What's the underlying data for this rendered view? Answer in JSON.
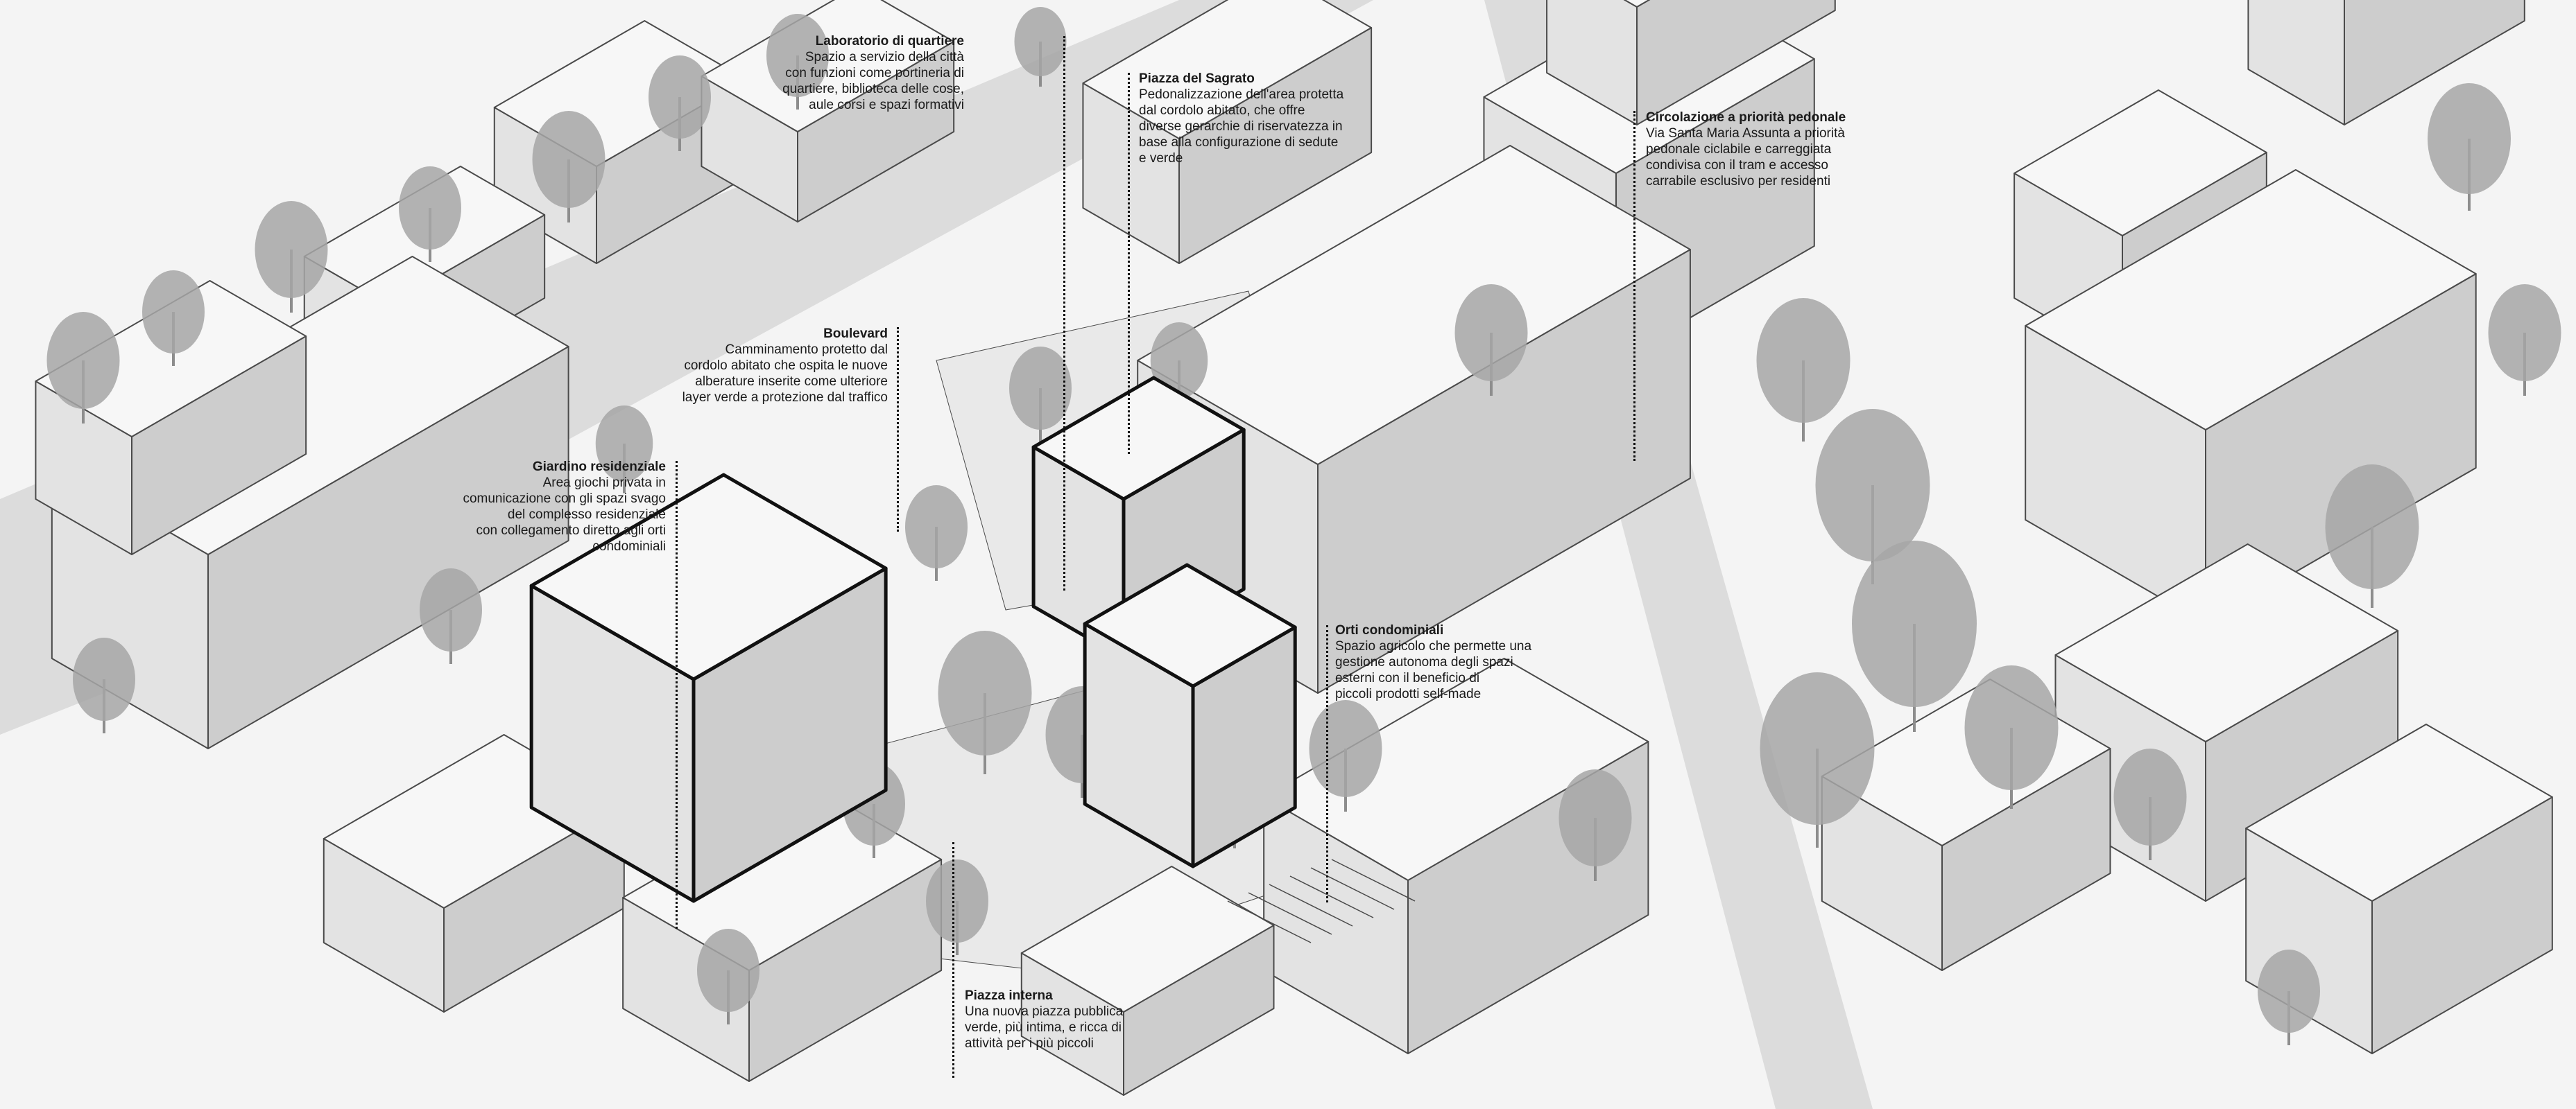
{
  "annotations": {
    "laboratorio": {
      "title": "Laboratorio di quartiere",
      "body": "Spazio a servizio della città\ncon funzioni come portineria di\nquartiere, biblioteca delle cose,\naule corsi e spazi formativi"
    },
    "piazza_sagrato": {
      "title": "Piazza del Sagrato",
      "body": "Pedonalizzazione dell'area protetta\ndal cordolo abitato, che offre\ndiverse gerarchie di riservatezza in\nbase alla configurazione di sedute\ne verde"
    },
    "circolazione": {
      "title": "Circolazione a priorità pedonale",
      "body": "Via Santa Maria Assunta a priorità\npedonale ciclabile e carreggiata\ncondivisa con il tram e accesso\ncarrabile esclusivo per residenti"
    },
    "boulevard": {
      "title": "Boulevard",
      "body": "Camminamento protetto dal\ncordolo abitato che ospita le nuove\nalberature inserite come ulteriore\nlayer verde a protezione dal traffico"
    },
    "giardino": {
      "title": "Giardino residenziale",
      "body": "Area giochi privata in\ncomunicazione con gli spazi svago\ndel complesso residenziale\ncon collegamento diretto agli orti\ncondominiali"
    },
    "orti": {
      "title": "Orti condominiali",
      "body": "Spazio agricolo che permette una\ngestione autonoma degli spazi\nesterni con il beneficio di\npiccoli prodotti self-made"
    },
    "piazza_interna": {
      "title": "Piazza interna",
      "body": "Una nuova piazza pubblica\nverde, più intima, e ricca di\nattività per i più piccoli"
    }
  },
  "colors": {
    "background": "#f4f4f4",
    "roof": "#f7f7f7",
    "wall_light": "#e3e3e3",
    "wall_dark": "#cdcdcd",
    "tree": "#a6a6a6",
    "tree_dark": "#8d8d8d",
    "ground": "#e9e9e9",
    "road": "#dcdcdc",
    "outline": "#4a4a4a",
    "outline_bold": "#111111",
    "leader": "#111111"
  }
}
